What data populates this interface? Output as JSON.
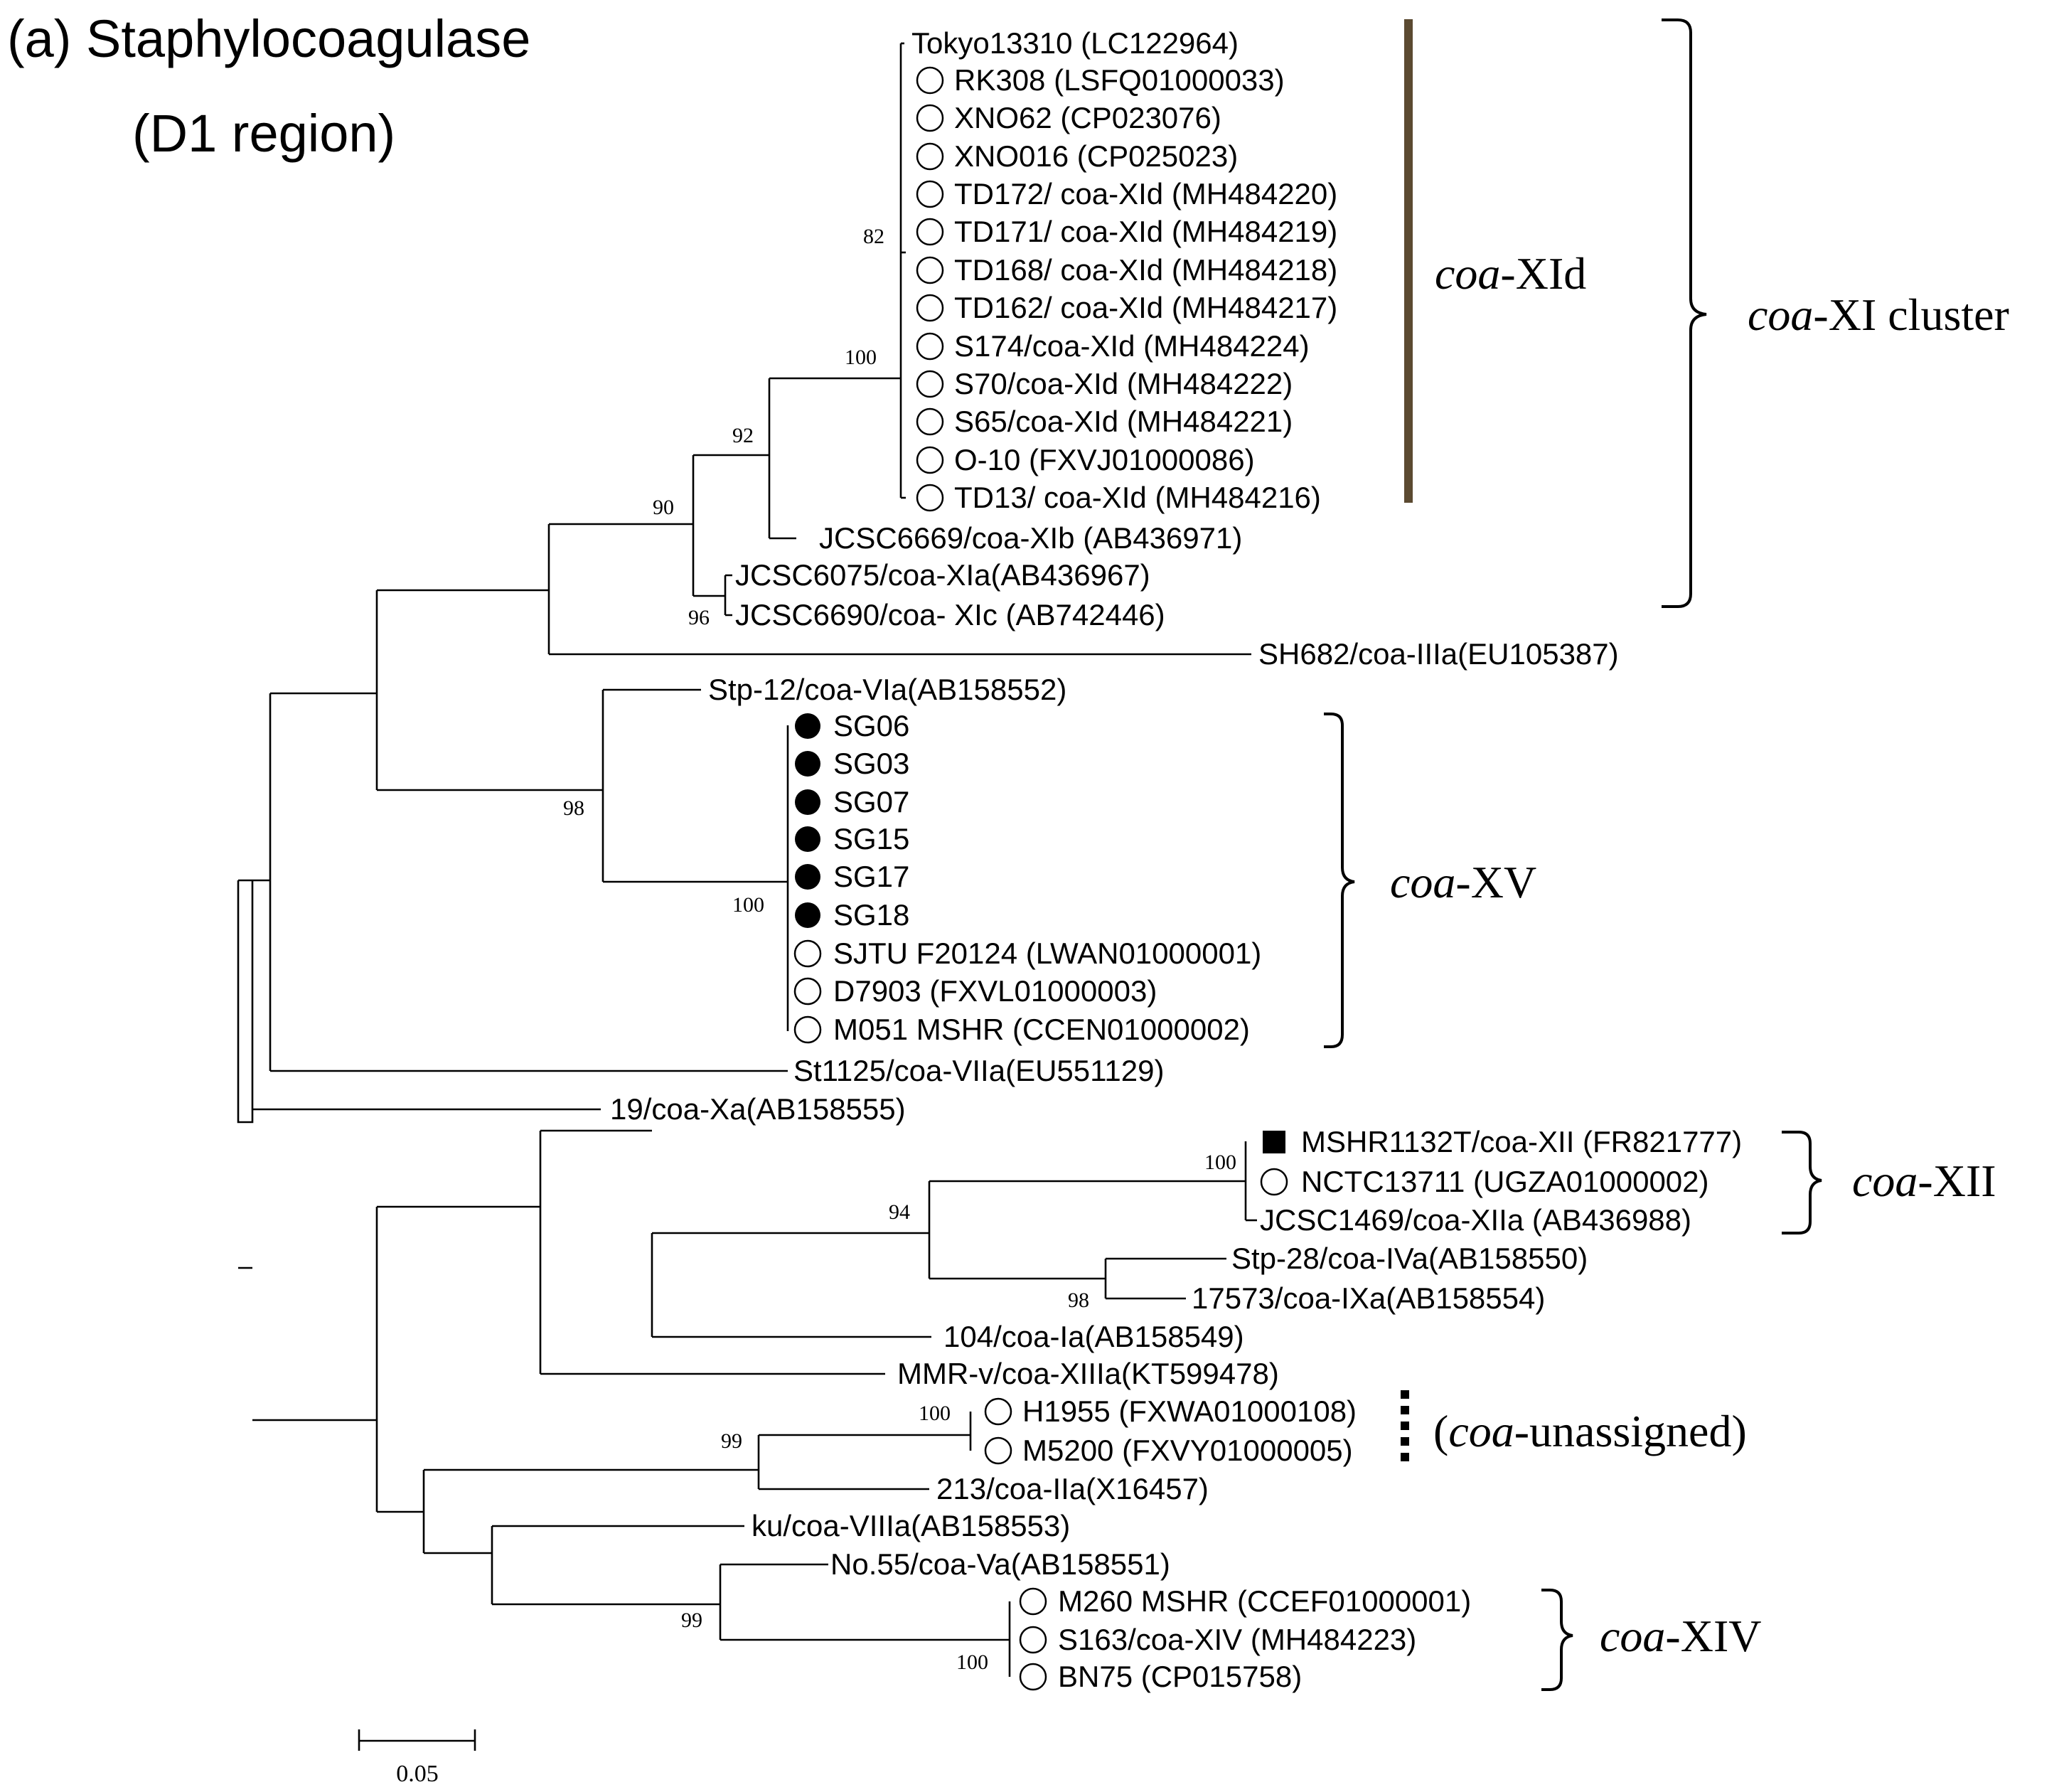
{
  "title": {
    "line1": "(a)  Staphylocoagulase",
    "line2": "(D1 region)"
  },
  "taxa": [
    {
      "id": "tokyo",
      "label": "Tokyo13310 (LC122964)",
      "marker": "none"
    },
    {
      "id": "rk308",
      "label": "RK308 (LSFQ01000033)",
      "marker": "open-circle"
    },
    {
      "id": "xno62",
      "label": "XNO62 (CP023076)",
      "marker": "open-circle"
    },
    {
      "id": "xno016",
      "label": "XNO016 (CP025023)",
      "marker": "open-circle"
    },
    {
      "id": "td172",
      "label": "TD172/ coa-XId (MH484220)",
      "marker": "open-circle"
    },
    {
      "id": "td171",
      "label": "TD171/ coa-XId (MH484219)",
      "marker": "open-circle"
    },
    {
      "id": "td168",
      "label": "TD168/ coa-XId (MH484218)",
      "marker": "open-circle"
    },
    {
      "id": "td162",
      "label": "TD162/ coa-XId (MH484217)",
      "marker": "open-circle"
    },
    {
      "id": "s174",
      "label": "S174/coa-XId (MH484224)",
      "marker": "open-circle"
    },
    {
      "id": "s70",
      "label": "S70/coa-XId (MH484222)",
      "marker": "open-circle"
    },
    {
      "id": "s65",
      "label": "S65/coa-XId (MH484221)",
      "marker": "open-circle"
    },
    {
      "id": "o10",
      "label": "O-10 (FXVJ01000086)",
      "marker": "open-circle"
    },
    {
      "id": "td13",
      "label": "TD13/ coa-XId (MH484216)",
      "marker": "open-circle"
    },
    {
      "id": "jcsc6669",
      "label": "JCSC6669/coa-XIb (AB436971)",
      "marker": "none"
    },
    {
      "id": "jcsc6075",
      "label": "JCSC6075/coa-XIa(AB436967)",
      "marker": "none"
    },
    {
      "id": "jcsc6690",
      "label": "JCSC6690/coa- XIc (AB742446)",
      "marker": "none"
    },
    {
      "id": "sh682",
      "label": "SH682/coa-IIIa(EU105387)",
      "marker": "none"
    },
    {
      "id": "stp12",
      "label": "Stp-12/coa-VIa(AB158552)",
      "marker": "none"
    },
    {
      "id": "sg06",
      "label": "SG06",
      "marker": "filled-circle"
    },
    {
      "id": "sg03",
      "label": "SG03",
      "marker": "filled-circle"
    },
    {
      "id": "sg07",
      "label": "SG07",
      "marker": "filled-circle"
    },
    {
      "id": "sg15",
      "label": "SG15",
      "marker": "filled-circle"
    },
    {
      "id": "sg17",
      "label": "SG17",
      "marker": "filled-circle"
    },
    {
      "id": "sg18",
      "label": "SG18",
      "marker": "filled-circle"
    },
    {
      "id": "sjtu",
      "label": "SJTU F20124 (LWAN01000001)",
      "marker": "open-circle"
    },
    {
      "id": "d7903",
      "label": "D7903 (FXVL01000003)",
      "marker": "open-circle"
    },
    {
      "id": "m051",
      "label": "M051 MSHR (CCEN01000002)",
      "marker": "open-circle"
    },
    {
      "id": "st1125",
      "label": "St1125/coa-VIIa(EU551129)",
      "marker": "none"
    },
    {
      "id": "x19",
      "label": "19/coa-Xa(AB158555)",
      "marker": "none"
    },
    {
      "id": "mshr1132t",
      "label": "MSHR1132T/coa-XII (FR821777)",
      "marker": "filled-square"
    },
    {
      "id": "nctc13711",
      "label": "NCTC13711 (UGZA01000002)",
      "marker": "open-circle"
    },
    {
      "id": "jcsc1469",
      "label": "JCSC1469/coa-XIIa (AB436988)",
      "marker": "none"
    },
    {
      "id": "stp28",
      "label": "Stp-28/coa-IVa(AB158550)",
      "marker": "none"
    },
    {
      "id": "x17573",
      "label": "17573/coa-IXa(AB158554)",
      "marker": "none"
    },
    {
      "id": "x104",
      "label": "104/coa-Ia(AB158549)",
      "marker": "none"
    },
    {
      "id": "mmrv",
      "label": "MMR-v/coa-XIIIa(KT599478)",
      "marker": "none"
    },
    {
      "id": "h1955",
      "label": "H1955 (FXWA01000108)",
      "marker": "open-circle"
    },
    {
      "id": "m5200",
      "label": "M5200 (FXVY01000005)",
      "marker": "open-circle"
    },
    {
      "id": "x213",
      "label": "213/coa-IIa(X16457)",
      "marker": "none"
    },
    {
      "id": "ku",
      "label": "ku/coa-VIIIa(AB158553)",
      "marker": "none"
    },
    {
      "id": "no55",
      "label": "No.55/coa-Va(AB158551)",
      "marker": "none"
    },
    {
      "id": "m260",
      "label": "M260 MSHR (CCEF01000001)",
      "marker": "open-circle"
    },
    {
      "id": "s163",
      "label": "S163/coa-XIV (MH484223)",
      "marker": "open-circle"
    },
    {
      "id": "bn75",
      "label": "BN75 (CP015758)",
      "marker": "open-circle"
    }
  ],
  "bootstrap": [
    "82",
    "100",
    "92",
    "90",
    "96",
    "98",
    "100",
    "100",
    "94",
    "98",
    "100",
    "99",
    "99",
    "100"
  ],
  "clusters": {
    "xid": {
      "prefix": "coa",
      "suffix": "-XId"
    },
    "xi": {
      "prefix": "coa",
      "suffix": "-XI cluster"
    },
    "xv": {
      "prefix": "coa",
      "suffix": "-XV"
    },
    "xii": {
      "prefix": "coa",
      "suffix": "-XII"
    },
    "unassigned": {
      "open": "(",
      "prefix": "coa",
      "suffix": "-unassigned)"
    },
    "xiv": {
      "prefix": "coa",
      "suffix": "-XIV"
    }
  },
  "scale": {
    "value": 0.05,
    "label": "0.05"
  },
  "colors": {
    "xid_bar": "#5b4a31",
    "branch": "#000000"
  }
}
